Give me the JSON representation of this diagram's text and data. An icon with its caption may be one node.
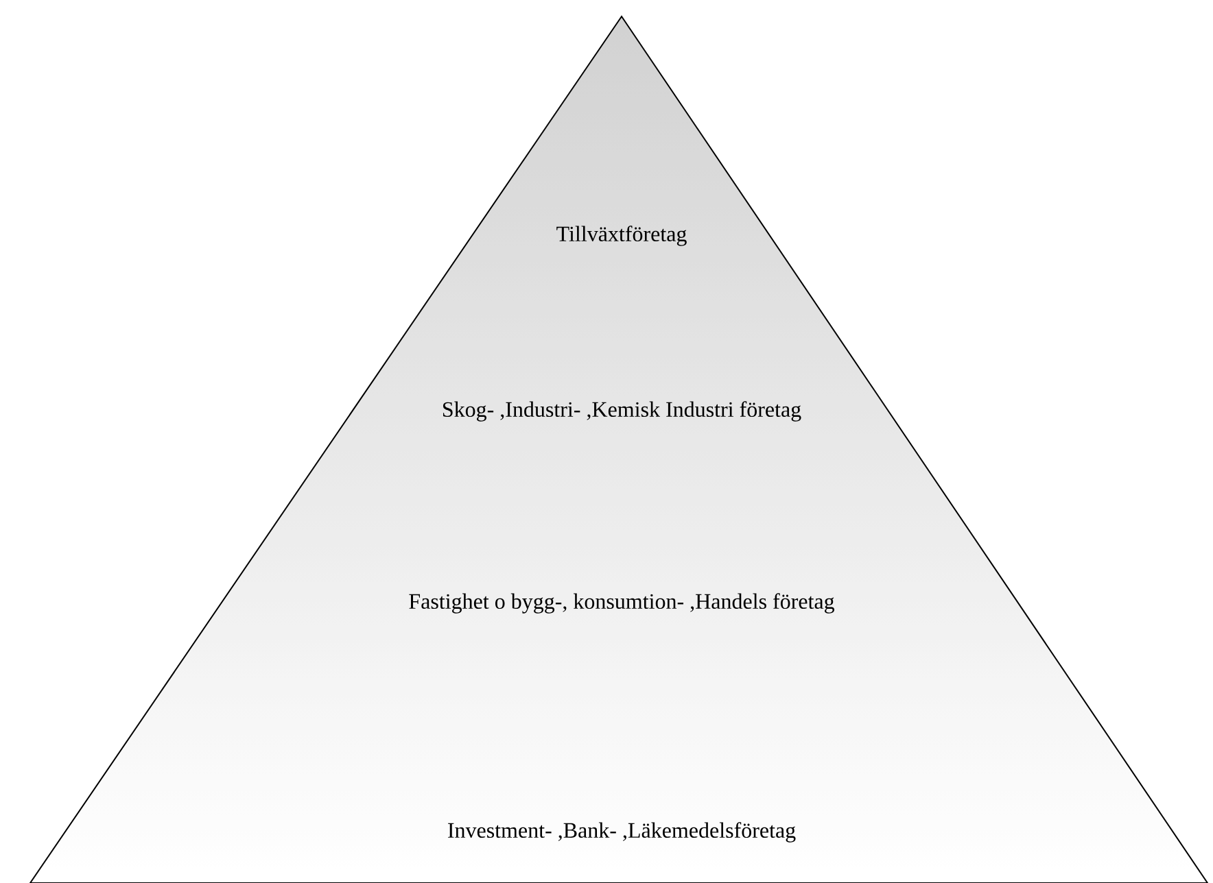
{
  "diagram": {
    "nodes": [
      {
        "text": [
          "Tillväxtföretag",
          "Skog- ,Industri- ,Kemisk Industri företag",
          "Fastighet o bygg-, konsumtion- ,Handels företag",
          "Investment- ,Bank- ,Läkemedelsföretag"
        ]
      }
    ]
  }
}
